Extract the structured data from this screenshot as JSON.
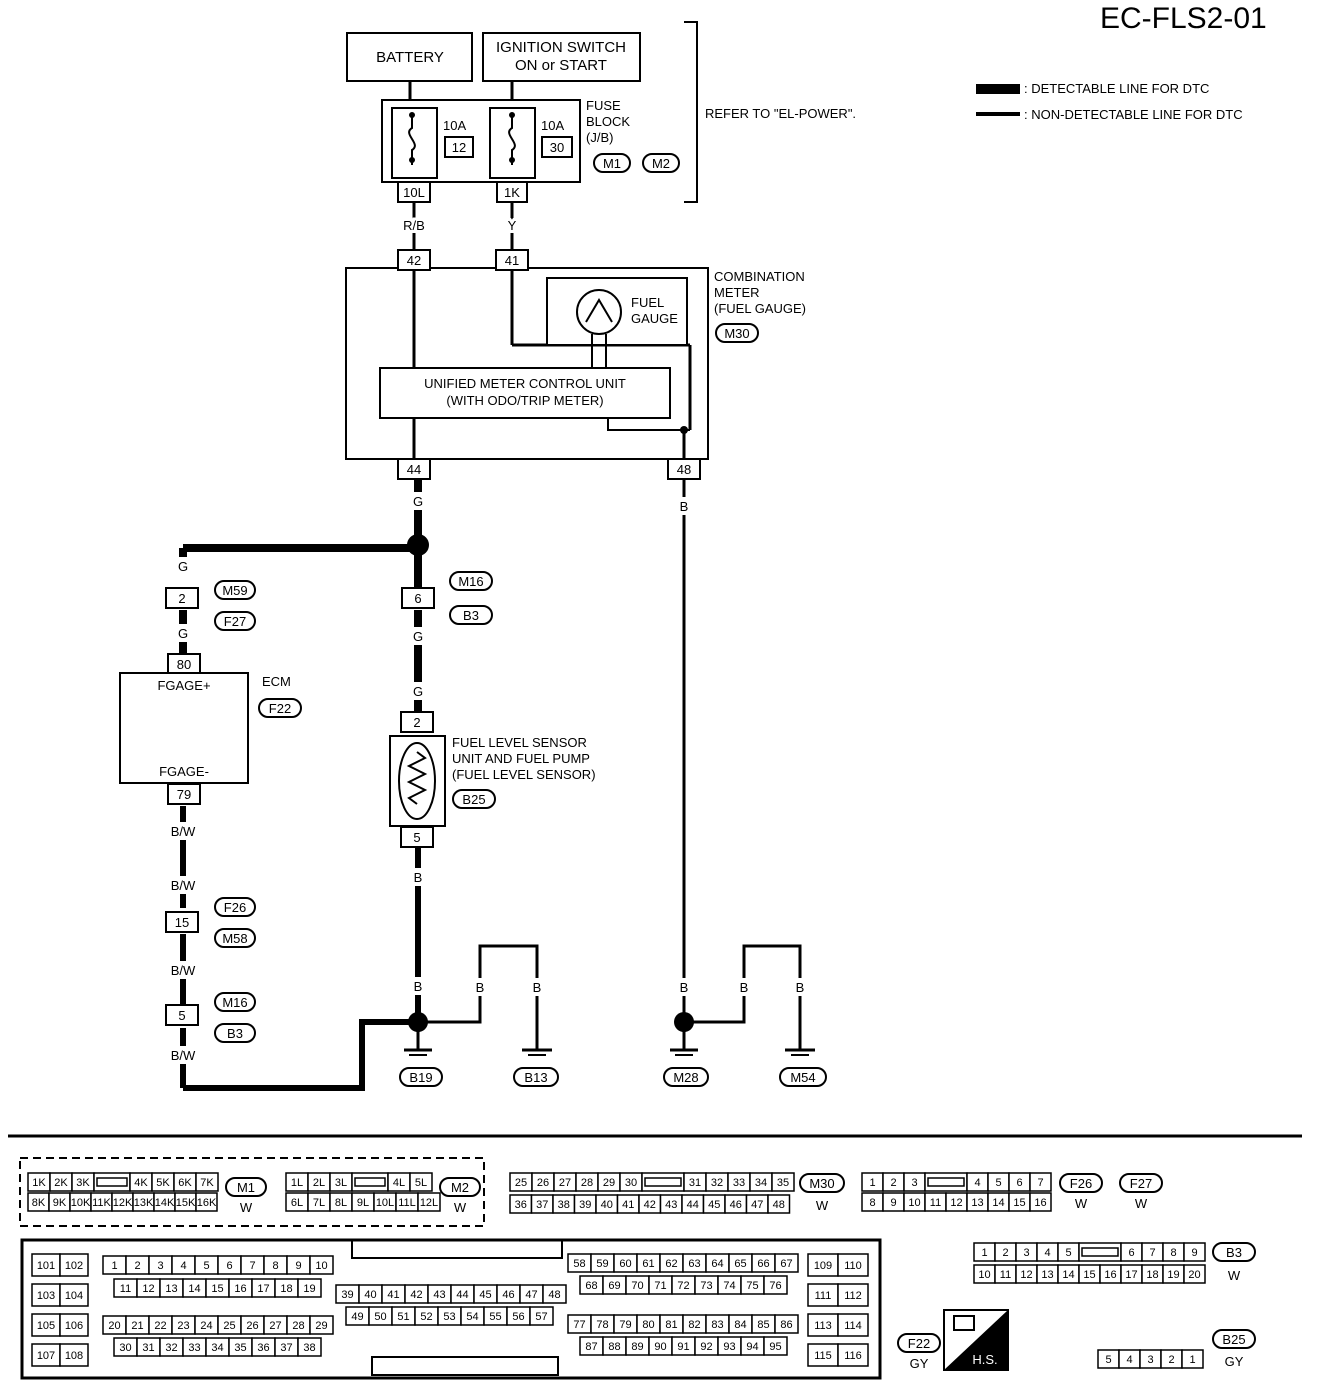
{
  "diagram_code": "EC-FLS2-01",
  "legend": {
    "detectable": ": DETECTABLE LINE FOR DTC",
    "non_detectable": ": NON-DETECTABLE LINE FOR DTC"
  },
  "refer_note": "REFER TO \"EL-POWER\".",
  "battery": "BATTERY",
  "ignition": {
    "line1": "IGNITION SWITCH",
    "line2": "ON or START"
  },
  "fuse_block": {
    "line1": "FUSE",
    "line2": "BLOCK",
    "line3": "(J/B)",
    "fuse1_amp": "10A",
    "fuse1_num": "12",
    "fuse2_amp": "10A",
    "fuse2_num": "30",
    "conn1": "M1",
    "conn2": "M2",
    "term1": "10L",
    "term2": "1K"
  },
  "wires": {
    "rb": "R/B",
    "y": "Y",
    "g": "G",
    "b": "B",
    "bw": "B/W"
  },
  "combination_meter": {
    "line1": "COMBINATION",
    "line2": "METER",
    "line3": "(FUEL GAUGE)",
    "conn": "M30",
    "gauge1": "FUEL",
    "gauge2": "GAUGE",
    "unit1": "UNIFIED METER CONTROL UNIT",
    "unit2": "(WITH ODO/TRIP METER)",
    "pin42": "42",
    "pin41": "41",
    "pin44": "44",
    "pin48": "48"
  },
  "ecm": {
    "label": "ECM",
    "conn": "F22",
    "plus": "FGAGE+",
    "minus": "FGAGE-",
    "pin80": "80",
    "pin79": "79"
  },
  "joints": {
    "j2": "2",
    "m59": "M59",
    "f27": "F27",
    "j6": "6",
    "m16": "M16",
    "b3": "B3",
    "j15": "15",
    "f26": "F26",
    "m58": "M58",
    "j5": "5",
    "m16b": "M16",
    "b3b": "B3"
  },
  "sensor": {
    "line1": "FUEL LEVEL SENSOR",
    "line2": "UNIT AND FUEL PUMP",
    "line3": "(FUEL LEVEL SENSOR)",
    "conn": "B25",
    "pin2": "2",
    "pin5": "5"
  },
  "grounds": {
    "b19": "B19",
    "b13": "B13",
    "m28": "M28",
    "m54": "M54"
  },
  "connectors": {
    "m1": {
      "name": "M1",
      "color": "W",
      "row1": [
        "1K",
        "2K",
        "3K",
        "",
        "4K",
        "5K",
        "6K",
        "7K"
      ],
      "row2": [
        "8K",
        "9K",
        "10K",
        "11K",
        "12K",
        "13K",
        "14K",
        "15K",
        "16K"
      ]
    },
    "m2": {
      "name": "M2",
      "color": "W",
      "row1": [
        "1L",
        "2L",
        "3L",
        "",
        "4L",
        "5L"
      ],
      "row2": [
        "6L",
        "7L",
        "8L",
        "9L",
        "10L",
        "11L",
        "12L"
      ]
    },
    "m30": {
      "name": "M30",
      "color": "W",
      "row1": [
        "25",
        "26",
        "27",
        "28",
        "29",
        "30",
        "",
        "31",
        "32",
        "33",
        "34",
        "35"
      ],
      "row2": [
        "36",
        "37",
        "38",
        "39",
        "40",
        "41",
        "42",
        "43",
        "44",
        "45",
        "46",
        "47",
        "48"
      ]
    },
    "f26": {
      "name": "F26",
      "color": "W",
      "row1": [
        "1",
        "2",
        "3",
        "",
        "4",
        "5",
        "6",
        "7"
      ],
      "row2": [
        "8",
        "9",
        "10",
        "11",
        "12",
        "13",
        "14",
        "15",
        "16"
      ]
    },
    "f27": {
      "name": "F27",
      "color": "W"
    },
    "b3": {
      "name": "B3",
      "color": "W",
      "row1": [
        "1",
        "2",
        "3",
        "4",
        "5",
        "",
        "6",
        "7",
        "8",
        "9"
      ],
      "row2": [
        "10",
        "11",
        "12",
        "13",
        "14",
        "15",
        "16",
        "17",
        "18",
        "19",
        "20"
      ]
    },
    "f22": {
      "name": "F22",
      "color": "GY",
      "hs": "H.S."
    },
    "b25": {
      "name": "B25",
      "color": "GY",
      "pins": [
        "5",
        "4",
        "3",
        "2",
        "1"
      ]
    },
    "ecm_blocks": {
      "a1": [
        "101",
        "102"
      ],
      "a2": [
        "103",
        "104"
      ],
      "a3": [
        "105",
        "106"
      ],
      "a4": [
        "107",
        "108"
      ],
      "b_r1": [
        "1",
        "2",
        "3",
        "4",
        "5",
        "6",
        "7",
        "8",
        "9",
        "10"
      ],
      "b_r2": [
        "11",
        "12",
        "13",
        "14",
        "15",
        "16",
        "17",
        "18",
        "19"
      ],
      "c_r1": [
        "39",
        "40",
        "41",
        "42",
        "43",
        "44",
        "45",
        "46",
        "47",
        "48"
      ],
      "c_r2": [
        "49",
        "50",
        "51",
        "52",
        "53",
        "54",
        "55",
        "56",
        "57"
      ],
      "d_r1": [
        "20",
        "21",
        "22",
        "23",
        "24",
        "25",
        "26",
        "27",
        "28",
        "29"
      ],
      "d_r2": [
        "30",
        "31",
        "32",
        "33",
        "34",
        "35",
        "36",
        "37",
        "38"
      ],
      "e_r1": [
        "58",
        "59",
        "60",
        "61",
        "62",
        "63",
        "64",
        "65",
        "66",
        "67"
      ],
      "e_r2": [
        "68",
        "69",
        "70",
        "71",
        "72",
        "73",
        "74",
        "75",
        "76"
      ],
      "f_r1": [
        "77",
        "78",
        "79",
        "80",
        "81",
        "82",
        "83",
        "84",
        "85",
        "86"
      ],
      "f_r2": [
        "87",
        "88",
        "89",
        "90",
        "91",
        "92",
        "93",
        "94",
        "95"
      ],
      "g1": [
        "109",
        "110"
      ],
      "g2": [
        "111",
        "112"
      ],
      "g3": [
        "113",
        "114"
      ],
      "g4": [
        "115",
        "116"
      ]
    }
  }
}
